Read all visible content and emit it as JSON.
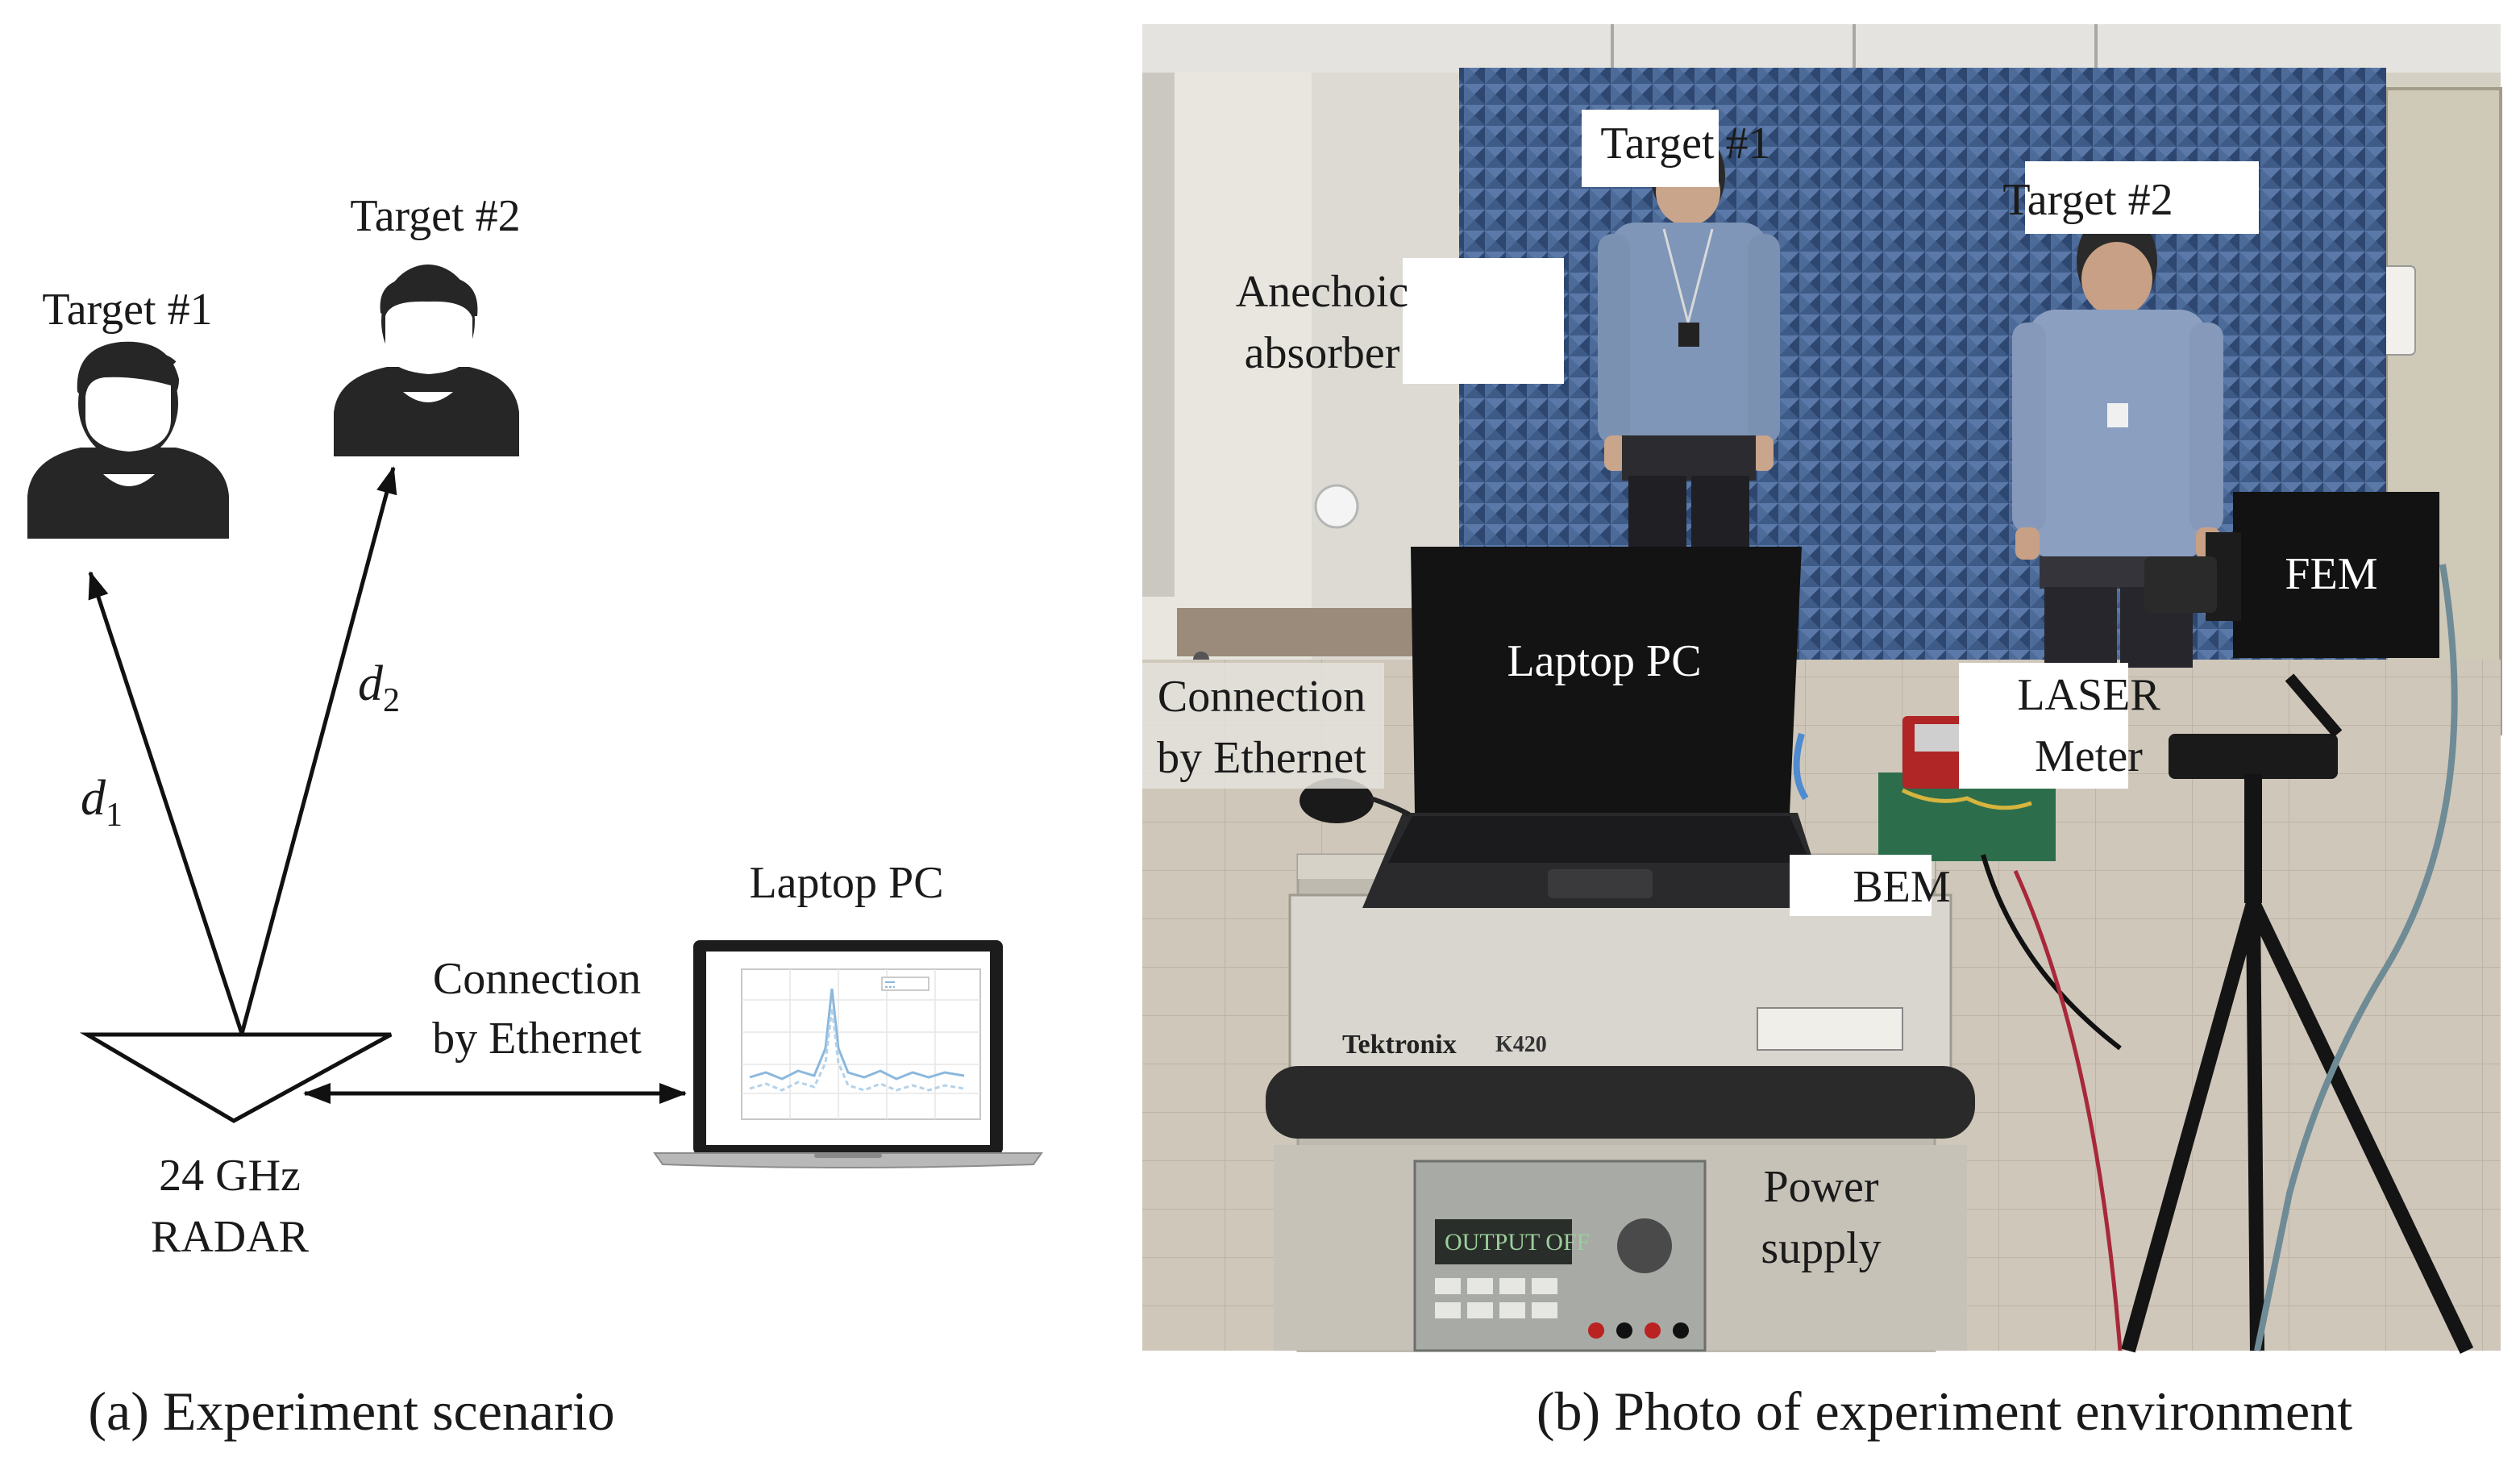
{
  "panel_a": {
    "target1_label": "Target #1",
    "target2_label": "Target #2",
    "distance1": {
      "symbol": "d",
      "subscript": "1"
    },
    "distance2": {
      "symbol": "d",
      "subscript": "2"
    },
    "laptop_label": "Laptop PC",
    "connection_line1": "Connection",
    "connection_line2": "by Ethernet",
    "radar_line1": "24 GHz",
    "radar_line2": "RADAR",
    "caption": "(a) Experiment scenario"
  },
  "panel_b": {
    "labels": {
      "target1": "Target #1",
      "target2": "Target #2",
      "anechoic_line1": "Anechoic",
      "anechoic_line2": "absorber",
      "fem": "FEM",
      "laptop": "Laptop PC",
      "connection_line1": "Connection",
      "connection_line2": "by Ethernet",
      "laser_line1": "LASER",
      "laser_line2": "Meter",
      "bem": "BEM",
      "power_line1": "Power",
      "power_line2": "supply"
    },
    "equipment_text": {
      "brand": "Tektronix",
      "model": "K420",
      "psu_display": "OUTPUT OFF"
    },
    "caption": "(b) Photo of experiment environment"
  },
  "colors": {
    "icon_dark": "#262626",
    "absorber_blue": "#4a6690",
    "plot_line": "#8cb8dc"
  }
}
